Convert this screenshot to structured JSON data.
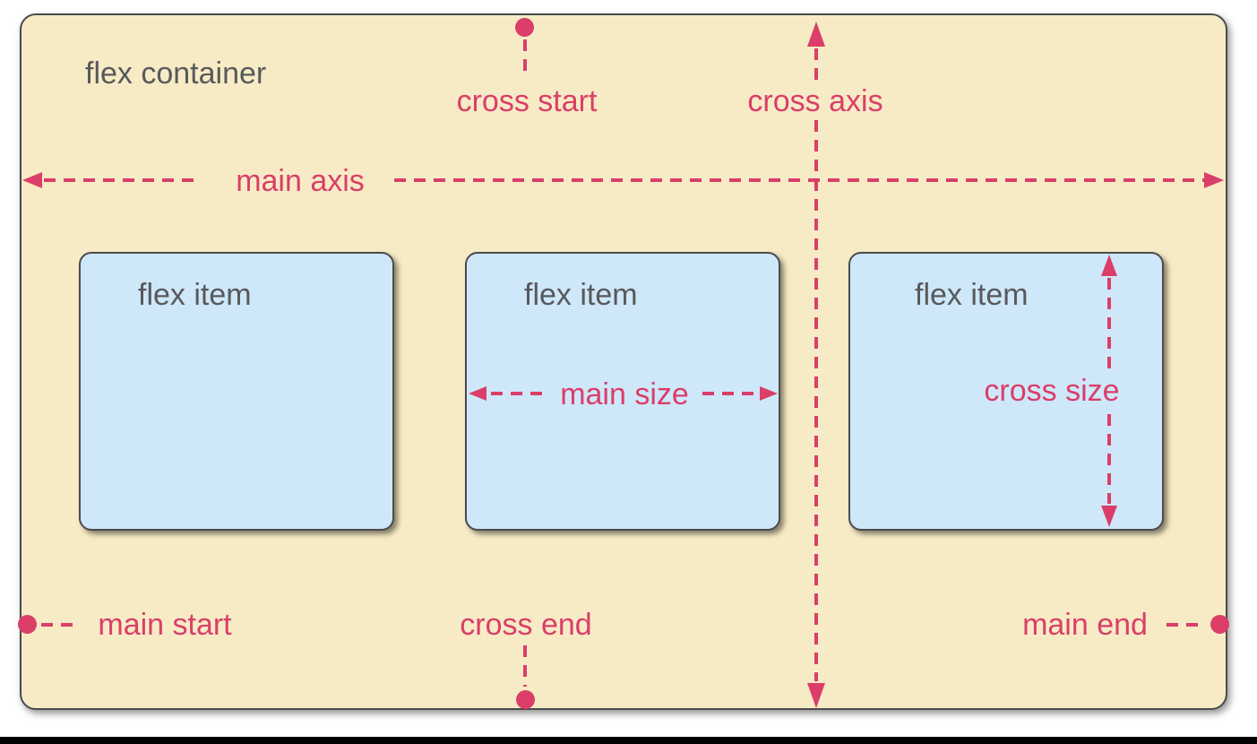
{
  "diagram": {
    "container": {
      "label": "flex container"
    },
    "items": [
      {
        "label": "flex item"
      },
      {
        "label": "flex item"
      },
      {
        "label": "flex item"
      }
    ],
    "axes": {
      "main_axis": "main axis",
      "cross_axis": "cross axis"
    },
    "points": {
      "main_start": "main start",
      "main_end": "main end",
      "cross_start": "cross start",
      "cross_end": "cross end"
    },
    "sizes": {
      "main_size": "main size",
      "cross_size": "cross size"
    },
    "colors": {
      "container_bg": "#F7EBC6",
      "item_bg": "#CEE8FA",
      "accent": "#DB3E68",
      "label_text": "#58595B",
      "border": "#4B4B4D",
      "bottom_rule": "#000000"
    }
  }
}
